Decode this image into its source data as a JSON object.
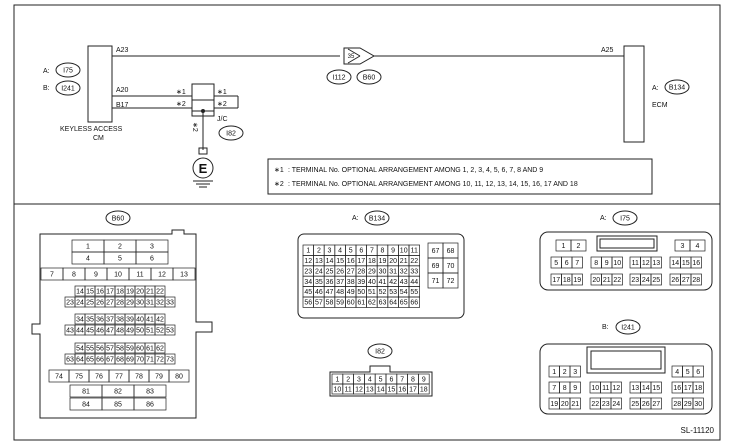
{
  "diagram": {
    "connectors": {
      "i75": "I75",
      "i241": "I241",
      "b134": "B134",
      "i112": "I112",
      "b60": "B60",
      "i82": "I82"
    },
    "prefix_a": "A:",
    "prefix_b": "B:",
    "pins": {
      "a23": "A23",
      "a25": "A25",
      "a20": "A20",
      "b17": "B17",
      "inline_35": "35"
    },
    "stars": {
      "s1": "∗1",
      "s2": "∗2",
      "s2_vertical": "∗2"
    },
    "labels": {
      "keyless_line1": "KEYLESS ACCESS",
      "keyless_line2": "CM",
      "ecm": "ECM",
      "jc": "J/C",
      "ground": "E",
      "code": "SL-11120"
    },
    "notes": [
      {
        "mark": "∗1",
        "text": ": TERMINAL No. OPTIONAL ARRANGEMENT AMONG 1, 2, 3, 4, 5, 6, 7, 8 AND 9"
      },
      {
        "mark": "∗2",
        "text": ": TERMINAL No. OPTIONAL ARRANGEMENT AMONG 10, 11, 12, 13, 14, 15, 16, 17 AND 18"
      }
    ]
  },
  "faces": {
    "b60": {
      "label": "B60",
      "rows": [
        [
          "1",
          "2",
          "3"
        ],
        [
          "4",
          "5",
          "6"
        ],
        [
          "7",
          "8",
          "9",
          "10",
          "11",
          "12",
          "13"
        ],
        [
          "14",
          "15",
          "16",
          "17",
          "18",
          "19",
          "20",
          "21",
          "22"
        ],
        [
          "23",
          "24",
          "25",
          "26",
          "27",
          "28",
          "29",
          "30",
          "31",
          "32",
          "33"
        ],
        [
          "34",
          "35",
          "36",
          "37",
          "38",
          "39",
          "40",
          "41",
          "42"
        ],
        [
          "43",
          "44",
          "45",
          "46",
          "47",
          "48",
          "49",
          "50",
          "51",
          "52",
          "53"
        ],
        [
          "54",
          "55",
          "56",
          "57",
          "58",
          "59",
          "60",
          "61",
          "62"
        ],
        [
          "63",
          "64",
          "65",
          "66",
          "67",
          "68",
          "69",
          "70",
          "71",
          "72",
          "73"
        ],
        [
          "74",
          "75",
          "76",
          "77",
          "78",
          "79",
          "80"
        ],
        [
          "81",
          "82",
          "83"
        ],
        [
          "84",
          "85",
          "86"
        ]
      ]
    },
    "b134": {
      "prefix": "A:",
      "label": "B134",
      "rows": [
        [
          "1",
          "2",
          "3",
          "4",
          "5",
          "6",
          "7",
          "8",
          "9",
          "10",
          "11"
        ],
        [
          "12",
          "13",
          "14",
          "15",
          "16",
          "17",
          "18",
          "19",
          "20",
          "21",
          "22"
        ],
        [
          "23",
          "24",
          "25",
          "26",
          "27",
          "28",
          "29",
          "30",
          "31",
          "32",
          "33"
        ],
        [
          "34",
          "35",
          "36",
          "37",
          "38",
          "39",
          "40",
          "41",
          "42",
          "43",
          "44"
        ],
        [
          "45",
          "46",
          "47",
          "48",
          "49",
          "50",
          "51",
          "52",
          "53",
          "54",
          "55"
        ],
        [
          "56",
          "57",
          "58",
          "59",
          "60",
          "61",
          "62",
          "63",
          "64",
          "65",
          "66"
        ]
      ],
      "side": [
        [
          "67",
          "68"
        ],
        [
          "69",
          "70"
        ],
        [
          "71",
          "72"
        ]
      ]
    },
    "i82": {
      "label": "I82",
      "rows": [
        [
          "1",
          "2",
          "3",
          "4",
          "5",
          "6",
          "7",
          "8",
          "9"
        ],
        [
          "10",
          "11",
          "12",
          "13",
          "14",
          "15",
          "16",
          "17",
          "18"
        ]
      ]
    },
    "i75": {
      "prefix": "A:",
      "label": "I75",
      "groups": [
        [
          "1",
          "2"
        ],
        [
          "3",
          "4"
        ],
        [
          "5",
          "6",
          "7"
        ],
        [
          "8",
          "9",
          "10"
        ],
        [
          "11",
          "12",
          "13"
        ],
        [
          "14",
          "15",
          "16"
        ],
        [
          "17",
          "18",
          "19"
        ],
        [
          "20",
          "21",
          "22"
        ],
        [
          "23",
          "24",
          "25"
        ],
        [
          "26",
          "27",
          "28"
        ]
      ]
    },
    "i241": {
      "prefix": "B:",
      "label": "I241",
      "groups": [
        [
          "1",
          "2",
          "3"
        ],
        [
          "4",
          "5",
          "6"
        ],
        [
          "7",
          "8",
          "9"
        ],
        [
          "10",
          "11",
          "12"
        ],
        [
          "13",
          "14",
          "15"
        ],
        [
          "16",
          "17",
          "18"
        ],
        [
          "19",
          "20",
          "21"
        ],
        [
          "22",
          "23",
          "24"
        ],
        [
          "25",
          "26",
          "27"
        ],
        [
          "28",
          "29",
          "30"
        ]
      ]
    }
  }
}
